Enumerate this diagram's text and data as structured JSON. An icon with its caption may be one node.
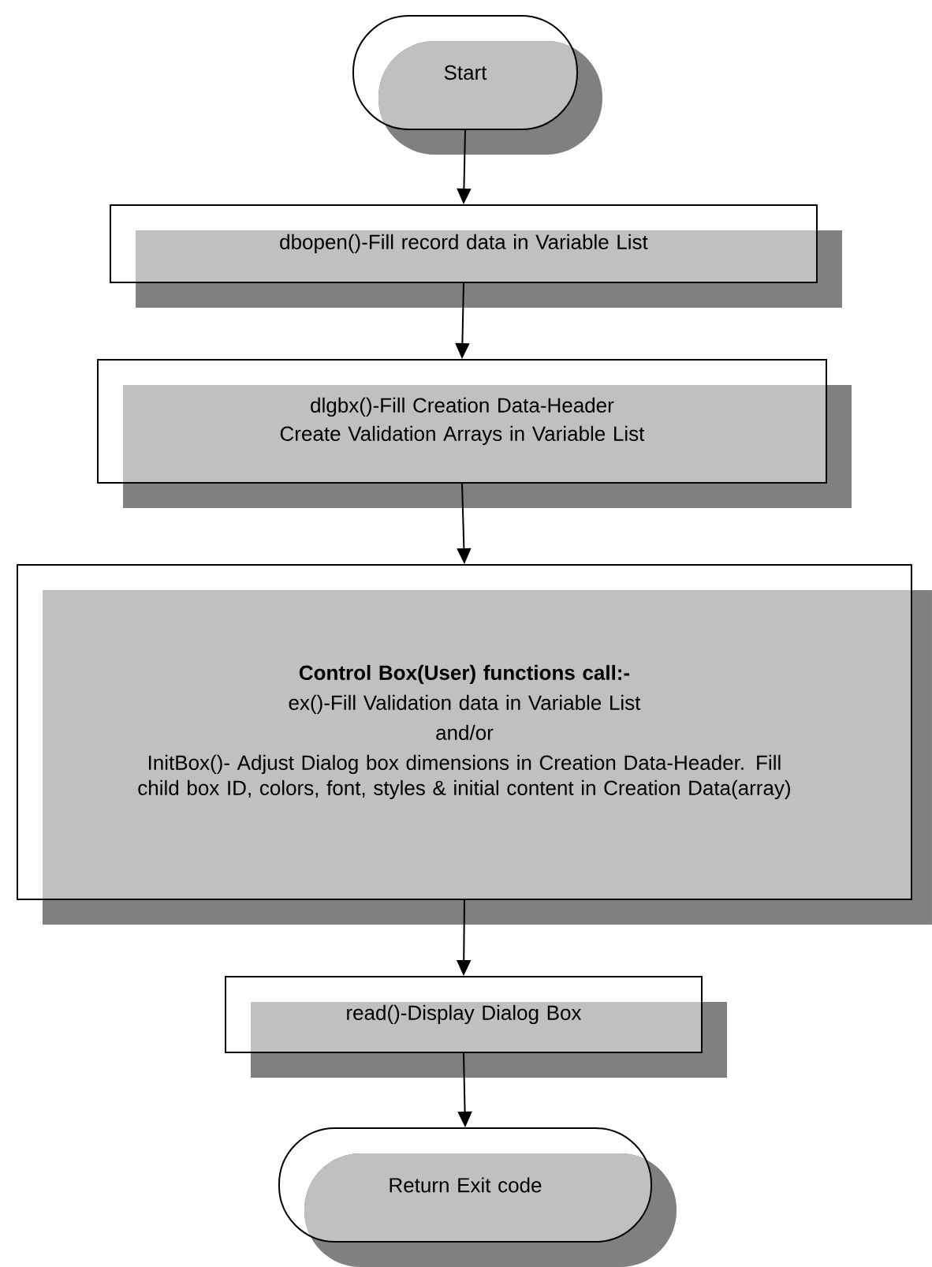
{
  "diagram": {
    "nodes": [
      {
        "text": [
          "Start"
        ]
      },
      {
        "text": [
          "dbopen()-Fill record data in Variable List"
        ]
      },
      {
        "text": [
          "dlgbx()-Fill Creation Data-Header",
          "Create Validation Arrays in Variable List"
        ]
      },
      {
        "text": [
          "Control Box(User) functions call:-",
          "ex()-Fill Validation data in Variable List",
          "and/or",
          "InitBox()- Adjust Dialog box dimensions in Creation Data-Header. Fill child box ID, colors, font, styles & initial content in Creation Data(array)"
        ]
      },
      {
        "text": [
          "read()-Display Dialog Box"
        ]
      },
      {
        "text": [
          "Return Exit code"
        ]
      }
    ],
    "edges": [
      {
        "from": 0,
        "to": 1,
        "arrow": "to"
      },
      {
        "from": 1,
        "to": 2,
        "arrow": "to"
      },
      {
        "from": 2,
        "to": 3,
        "arrow": "to"
      },
      {
        "from": 3,
        "to": 4,
        "arrow": "to"
      },
      {
        "from": 4,
        "to": 5,
        "arrow": "to"
      }
    ]
  }
}
